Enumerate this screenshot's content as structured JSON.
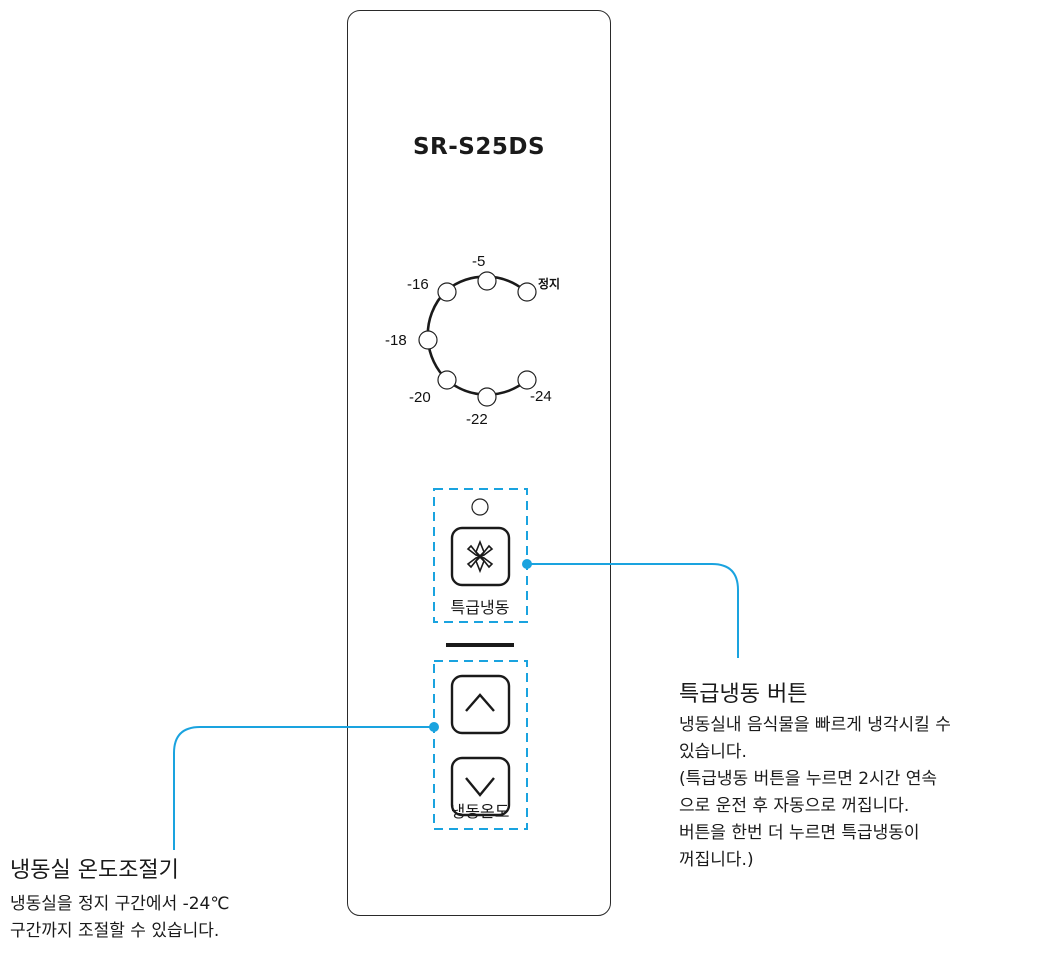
{
  "model": "SR-S25DS",
  "temperature_scale": {
    "labels": {
      "m5": "-5",
      "stop": "정지",
      "m16": "-16",
      "m18": "-18",
      "m20": "-20",
      "m22": "-22",
      "m24": "-24"
    }
  },
  "buttons": {
    "super_freeze_label": "특급냉동",
    "freezer_temp_label": "냉동온도"
  },
  "callouts": {
    "super_freeze": {
      "title": "특급냉동 버튼",
      "lines": [
        "냉동실내 음식물을 빠르게 냉각시킬 수",
        "있습니다.",
        "(특급냉동 버튼을 누르면  2시간 연속",
        "으로 운전 후 자동으로 꺼집니다.",
        "버튼을 한번 더 누르면 특급냉동이",
        "꺼집니다.)"
      ]
    },
    "freezer_temp": {
      "title": "냉동실 온도조절기",
      "lines": [
        "냉동실을 정지 구간에서 -24℃",
        "구간까지 조절할 수 있습니다."
      ]
    }
  },
  "colors": {
    "accent": "#1aa3df",
    "line": "#1a1a1a"
  }
}
